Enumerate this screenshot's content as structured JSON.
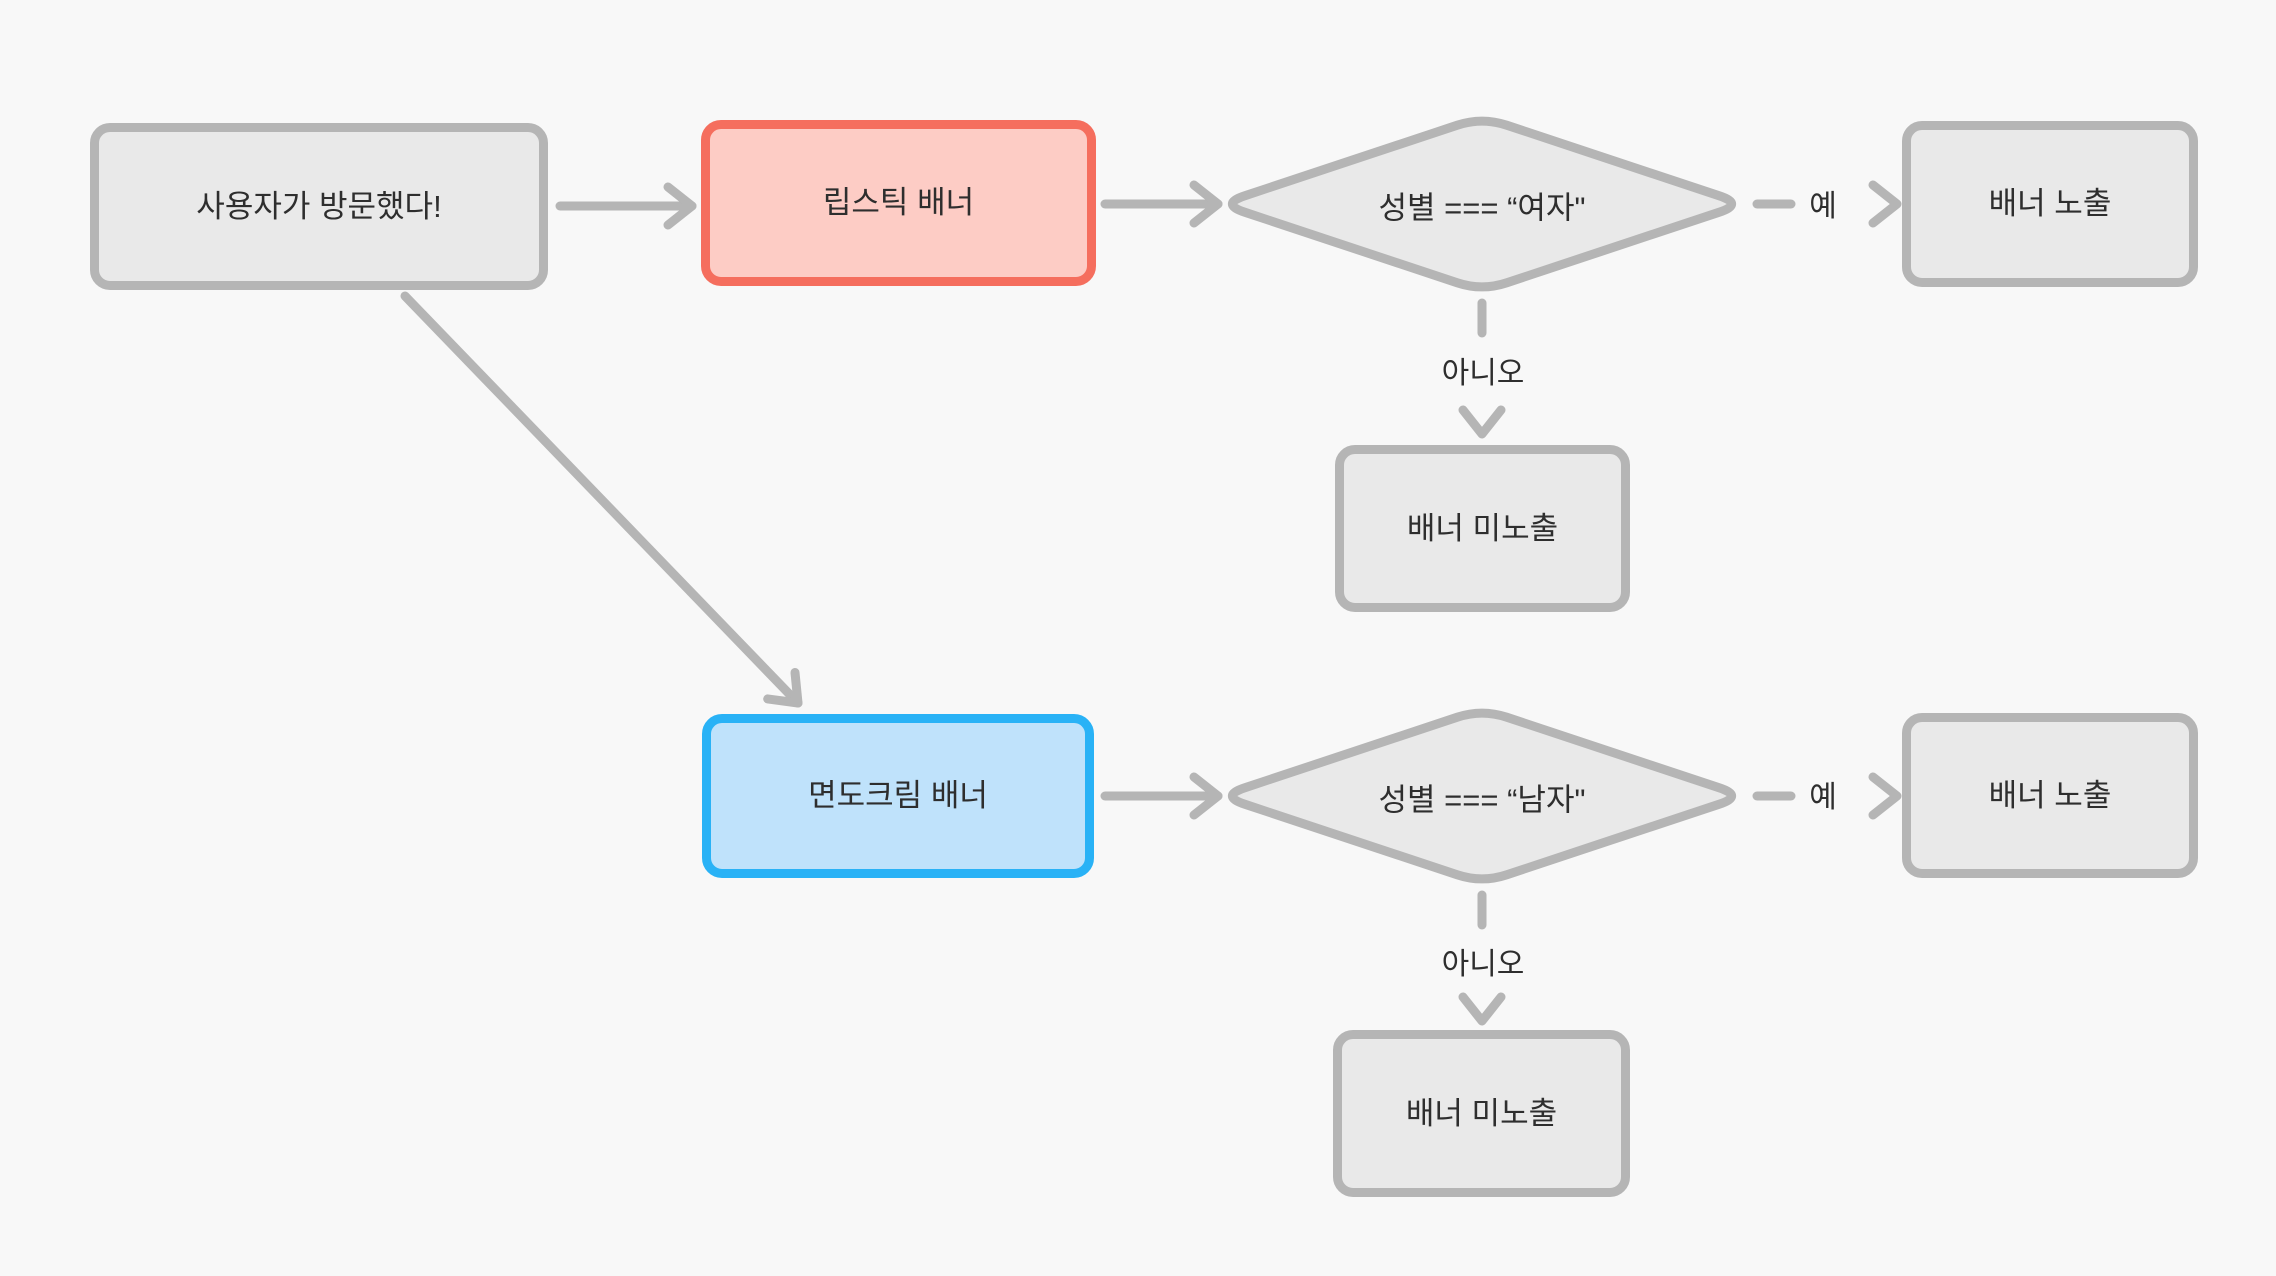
{
  "diagram": {
    "kind": "flowchart",
    "language": "ko",
    "colors": {
      "background": "#f8f8f8",
      "neutral_fill": "#e9e9e9",
      "neutral_border": "#b5b5b5",
      "edge": "#b5b5b5",
      "text": "#2e2e2e",
      "lipstick_fill": "#fdccc5",
      "lipstick_border": "#f56e5e",
      "shaving_fill": "#bfe2fb",
      "shaving_border": "#29b2f6"
    },
    "nodes": {
      "start": {
        "label": "사용자가 방문했다!",
        "shape": "rectangle",
        "color": "gray"
      },
      "lipstick": {
        "label": "립스틱 배너",
        "shape": "rectangle",
        "color": "red"
      },
      "cond_female": {
        "label": "성별 === “여자\"",
        "shape": "diamond",
        "color": "gray"
      },
      "show_female": {
        "label": "배너 노출",
        "shape": "rectangle",
        "color": "gray"
      },
      "hide_female": {
        "label": "배너 미노출",
        "shape": "rectangle",
        "color": "gray"
      },
      "shaving": {
        "label": "면도크림 배너",
        "shape": "rectangle",
        "color": "blue"
      },
      "cond_male": {
        "label": "성별 === “남자\"",
        "shape": "diamond",
        "color": "gray"
      },
      "show_male": {
        "label": "배너 노출",
        "shape": "rectangle",
        "color": "gray"
      },
      "hide_male": {
        "label": "배너 미노출",
        "shape": "rectangle",
        "color": "gray"
      }
    },
    "edges": [
      {
        "from": "start",
        "to": "lipstick",
        "label": "",
        "style": "solid"
      },
      {
        "from": "lipstick",
        "to": "cond_female",
        "label": "",
        "style": "solid"
      },
      {
        "from": "cond_female",
        "to": "show_female",
        "label": "예",
        "style": "dashed"
      },
      {
        "from": "cond_female",
        "to": "hide_female",
        "label": "아니오",
        "style": "dashed"
      },
      {
        "from": "start",
        "to": "shaving",
        "label": "",
        "style": "solid"
      },
      {
        "from": "shaving",
        "to": "cond_male",
        "label": "",
        "style": "solid"
      },
      {
        "from": "cond_male",
        "to": "show_male",
        "label": "예",
        "style": "dashed"
      },
      {
        "from": "cond_male",
        "to": "hide_male",
        "label": "아니오",
        "style": "dashed"
      }
    ],
    "edge_labels": {
      "yes_female": "예",
      "no_female": "아니오",
      "yes_male": "예",
      "no_male": "아니오"
    }
  }
}
